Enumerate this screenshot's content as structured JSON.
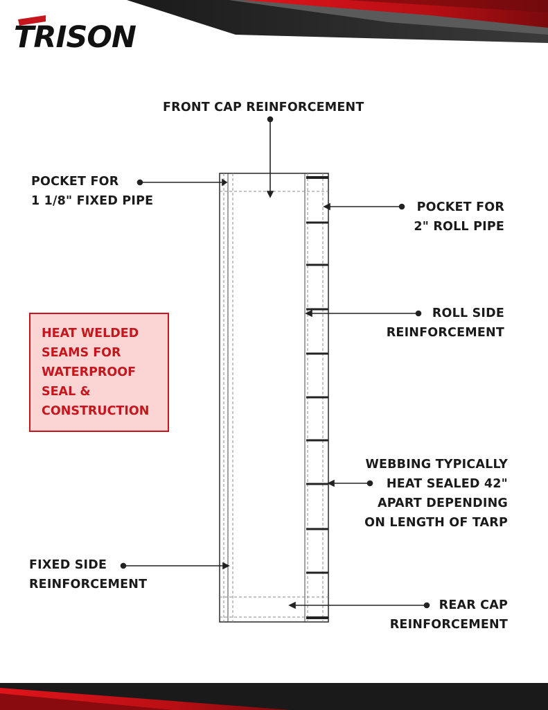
{
  "brand": {
    "logo_text": "TRISON",
    "accent_color": "#c4161c",
    "dark_color": "#1a1a1a"
  },
  "labels": {
    "front_cap": "FRONT CAP REINFORCEMENT",
    "fixed_pipe_pocket": [
      "POCKET FOR",
      "1 1/8\" FIXED PIPE"
    ],
    "roll_pipe_pocket": [
      "POCKET FOR",
      "2\" ROLL PIPE"
    ],
    "roll_side": [
      "ROLL SIDE",
      "REINFORCEMENT"
    ],
    "webbing": [
      "WEBBING TYPICALLY",
      "HEAT SEALED 42\"",
      "APART DEPENDING",
      "ON LENGTH OF TARP"
    ],
    "fixed_side": [
      "FIXED SIDE",
      "REINFORCEMENT"
    ],
    "rear_cap": [
      "REAR CAP",
      "REINFORCEMENT"
    ]
  },
  "callout": {
    "lines": [
      "HEAT WELDED",
      "SEAMS FOR",
      "WATERPROOF",
      "SEAL &",
      "CONSTRUCTION"
    ]
  }
}
